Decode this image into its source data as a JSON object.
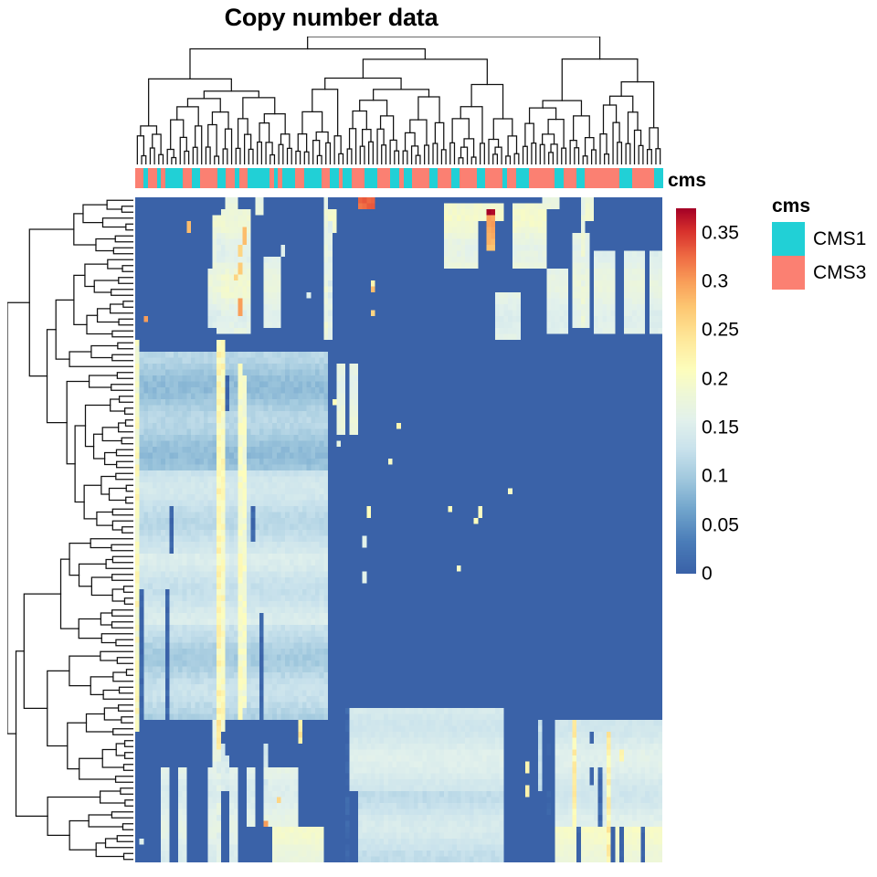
{
  "title": "Copy number data",
  "annotation": {
    "label": "cms",
    "track": [
      "CMS3",
      "CMS3",
      "CMS1",
      "CMS3",
      "CMS3",
      "CMS1",
      "CMS3",
      "CMS1",
      "CMS1",
      "CMS1",
      "CMS1",
      "CMS3",
      "CMS3",
      "CMS1",
      "CMS1",
      "CMS3",
      "CMS3",
      "CMS3",
      "CMS3",
      "CMS1",
      "CMS1",
      "CMS3",
      "CMS3",
      "CMS1",
      "CMS3",
      "CMS3",
      "CMS1",
      "CMS1",
      "CMS1",
      "CMS1",
      "CMS1",
      "CMS3",
      "CMS1",
      "CMS3",
      "CMS1",
      "CMS1",
      "CMS1",
      "CMS3",
      "CMS3",
      "CMS1",
      "CMS1",
      "CMS1",
      "CMS1",
      "CMS3",
      "CMS3",
      "CMS1",
      "CMS1",
      "CMS3",
      "CMS1",
      "CMS1",
      "CMS3",
      "CMS3",
      "CMS3",
      "CMS1",
      "CMS1",
      "CMS1",
      "CMS3",
      "CMS3",
      "CMS3",
      "CMS1",
      "CMS1",
      "CMS3",
      "CMS1",
      "CMS1",
      "CMS3",
      "CMS3",
      "CMS3",
      "CMS3",
      "CMS1",
      "CMS1",
      "CMS3",
      "CMS3",
      "CMS3",
      "CMS1",
      "CMS1",
      "CMS3",
      "CMS3",
      "CMS3",
      "CMS3",
      "CMS1",
      "CMS1",
      "CMS3",
      "CMS3",
      "CMS3",
      "CMS3",
      "CMS1",
      "CMS3",
      "CMS3",
      "CMS1",
      "CMS1",
      "CMS1",
      "CMS3",
      "CMS3",
      "CMS3",
      "CMS3",
      "CMS3",
      "CMS3",
      "CMS1",
      "CMS1",
      "CMS3",
      "CMS3",
      "CMS3",
      "CMS1",
      "CMS1",
      "CMS3",
      "CMS3",
      "CMS3",
      "CMS3",
      "CMS3",
      "CMS3",
      "CMS3",
      "CMS3",
      "CMS1",
      "CMS1",
      "CMS1",
      "CMS3",
      "CMS3",
      "CMS3",
      "CMS3",
      "CMS3",
      "CMS1",
      "CMS1"
    ]
  },
  "colorbar": {
    "ticks": [
      "0.35",
      "0.3",
      "0.25",
      "0.2",
      "0.15",
      "0.1",
      "0.05",
      "0"
    ],
    "tick_values": [
      0.35,
      0.3,
      0.25,
      0.2,
      0.15,
      0.1,
      0.05,
      0
    ],
    "min": 0,
    "max": 0.375,
    "palette": [
      "#3a62a8",
      "#4a7cb8",
      "#6fa3cb",
      "#9fc7dd",
      "#c9e2ec",
      "#e3f1ec",
      "#f2f8dc",
      "#fdfdbc",
      "#fee697",
      "#fdc island",
      "#f99e59",
      "#ef6a43",
      "#d7302c",
      "#a50026"
    ]
  },
  "cms_legend": {
    "title": "cms",
    "items": [
      {
        "label": "CMS1",
        "color": "#21d0d6"
      },
      {
        "label": "CMS3",
        "color": "#fb8072"
      }
    ]
  },
  "chart_data": {
    "type": "heatmap",
    "title": "Copy number data",
    "xlabel": "",
    "ylabel": "",
    "n_rows": 112,
    "n_cols": 123,
    "value_range": [
      0,
      0.375
    ],
    "colorbar_ticks": [
      0,
      0.05,
      0.1,
      0.15,
      0.2,
      0.25,
      0.3,
      0.35
    ],
    "palette_name": "RdYlBu-reversed",
    "row_clustering": true,
    "column_clustering": true,
    "column_annotation": {
      "name": "cms",
      "categories": [
        "CMS1",
        "CMS3"
      ],
      "colors": {
        "CMS1": "#21d0d6",
        "CMS3": "#fb8072"
      }
    },
    "description": "Clustered heatmap of copy-number values. Most cells are 0 (blue). Two broad column blocks and several row blocks show elevated values: a left column block (cols ~0-45) with pale blue/green values in rows ~45-95, a right column block (cols ~78-118) with pale green values in rows ~95-140, plus narrow high-value orange/red column stripes near cols 18-26 and 44-46 and a dark-red spike near col 82, row 8.",
    "row_blocks": [
      {
        "rows": [
          0,
          27
        ],
        "base": 0.0,
        "note": "mostly zero with scattered pale columns"
      },
      {
        "rows": [
          27,
          68
        ],
        "base": 0.09,
        "note": "left column block light blue"
      },
      {
        "rows": [
          68,
          88
        ],
        "base": 0.13,
        "note": "left block pale green"
      },
      {
        "rows": [
          88,
          112
        ],
        "base": 0.12,
        "note": "right column block pale green"
      }
    ],
    "column_stripes": [
      {
        "col": 19,
        "value": 0.2
      },
      {
        "col": 20,
        "value": 0.22
      },
      {
        "col": 24,
        "value": 0.27
      },
      {
        "col": 25,
        "value": 0.24
      },
      {
        "col": 44,
        "value": 0.26
      },
      {
        "col": 45,
        "value": 0.21
      },
      {
        "col": 82,
        "value": 0.36
      },
      {
        "col": 104,
        "value": 0.25
      }
    ]
  }
}
